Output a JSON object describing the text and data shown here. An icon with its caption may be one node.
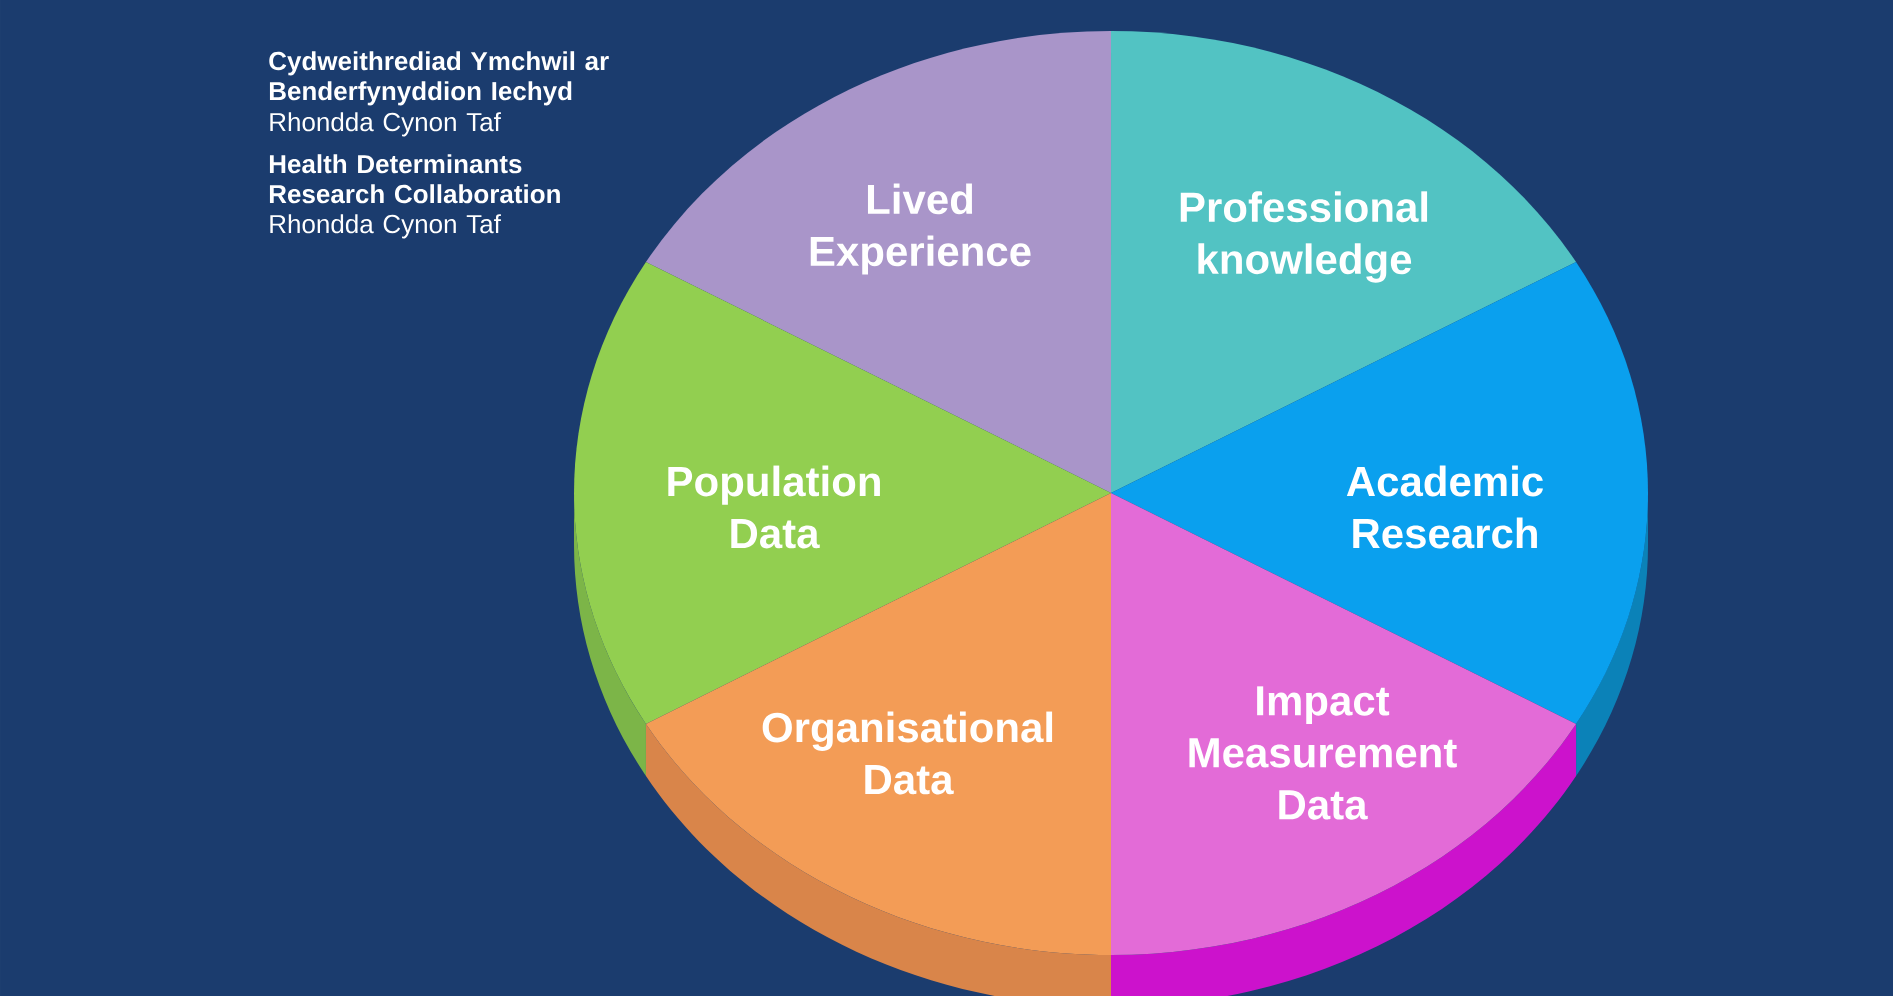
{
  "diagram": {
    "nodes": [
      {
        "text": [
          "Lived Experience"
        ]
      },
      {
        "text": [
          "Professional knowledge"
        ]
      },
      {
        "text": [
          "Population Data"
        ]
      },
      {
        "text": [
          "Academic Research"
        ]
      },
      {
        "text": [
          "Organisational Data"
        ]
      },
      {
        "text": [
          "Impact Measurement Data"
        ]
      }
    ],
    "labels": [
      "Cydweithrediad Ymchwil ar Benderfynyddion Iechyd",
      "Rhondda Cynon Taf",
      "Health Determinants Research Collaboration",
      "Rhondda Cynon Taf"
    ]
  }
}
